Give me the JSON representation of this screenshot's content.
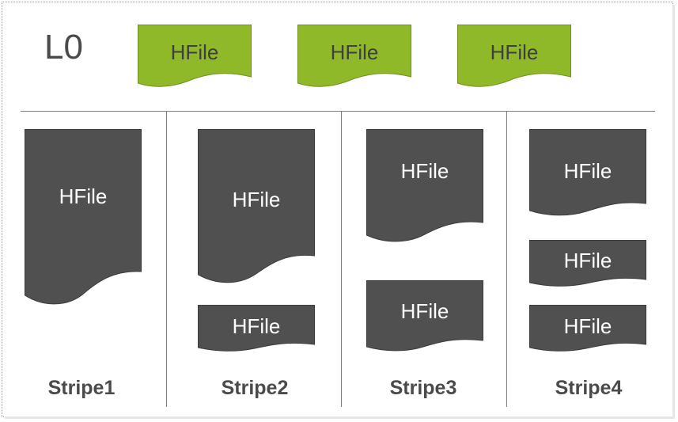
{
  "level_label": "L0",
  "colors": {
    "l0_file": "#8fb928",
    "stripe_file": "#505050",
    "divider": "#7f7f7f"
  },
  "l0_files": [
    {
      "label": "HFile"
    },
    {
      "label": "HFile"
    },
    {
      "label": "HFile"
    }
  ],
  "stripes": [
    {
      "name": "Stripe1",
      "files": [
        {
          "label": "HFile"
        }
      ]
    },
    {
      "name": "Stripe2",
      "files": [
        {
          "label": "HFile"
        },
        {
          "label": "HFile"
        }
      ]
    },
    {
      "name": "Stripe3",
      "files": [
        {
          "label": "HFile"
        },
        {
          "label": "HFile"
        }
      ]
    },
    {
      "name": "Stripe4",
      "files": [
        {
          "label": "HFile"
        },
        {
          "label": "HFile"
        },
        {
          "label": "HFile"
        }
      ]
    }
  ]
}
